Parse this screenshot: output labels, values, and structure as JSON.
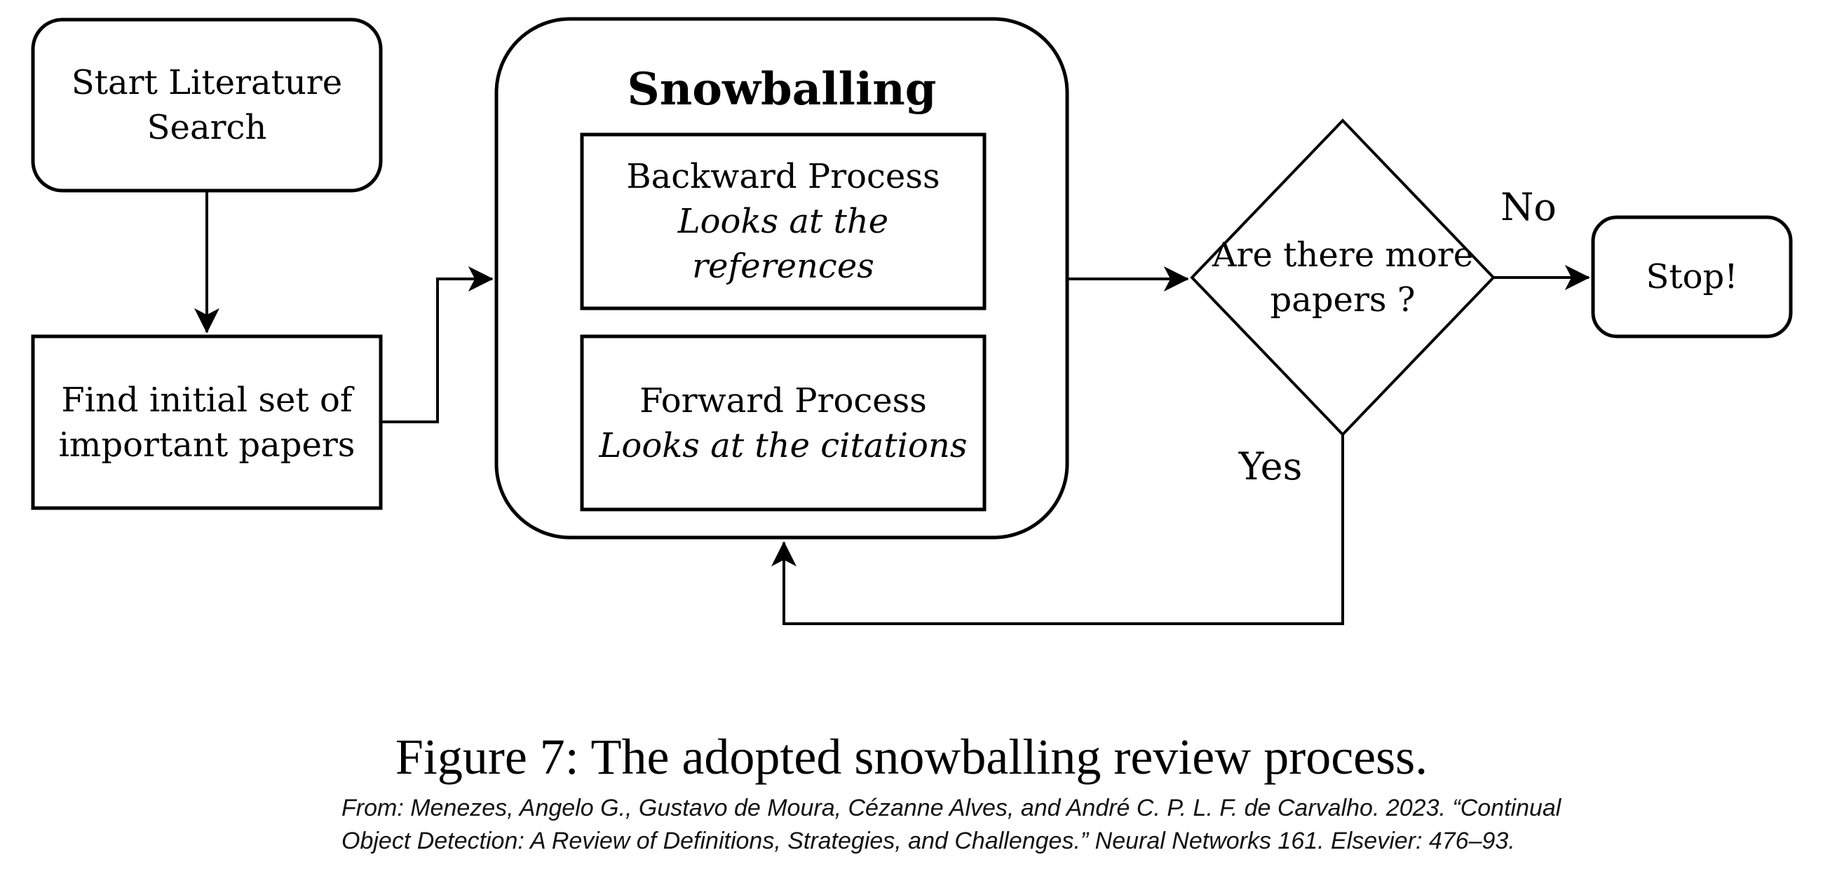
{
  "figure": {
    "caption": "Figure 7: The adopted snowballing review process.",
    "attribution_line1": "From: Menezes, Angelo G., Gustavo de Moura, Cézanne Alves, and André C. P. L. F. de Carvalho. 2023. “Continual",
    "attribution_line2": "Object Detection: A Review of Definitions, Strategies, and Challenges.” Neural Networks 161. Elsevier: 476–93."
  },
  "flowchart": {
    "nodes": {
      "start": {
        "line1": "Start Literature",
        "line2": "Search"
      },
      "find": {
        "line1": "Find initial set of",
        "line2": "important papers"
      },
      "snowballing_title": "Snowballing",
      "backward": {
        "line1": "Backward Process",
        "line2": "Looks at the references"
      },
      "forward": {
        "line1": "Forward Process",
        "line2": "Looks at the citations"
      },
      "decision": {
        "line1": "Are there more",
        "line2": "papers ?"
      },
      "stop": {
        "label": "Stop!"
      }
    },
    "edges": {
      "no_label": "No",
      "yes_label": "Yes"
    },
    "colors": {
      "stroke": "#000000",
      "background": "#ffffff"
    }
  }
}
